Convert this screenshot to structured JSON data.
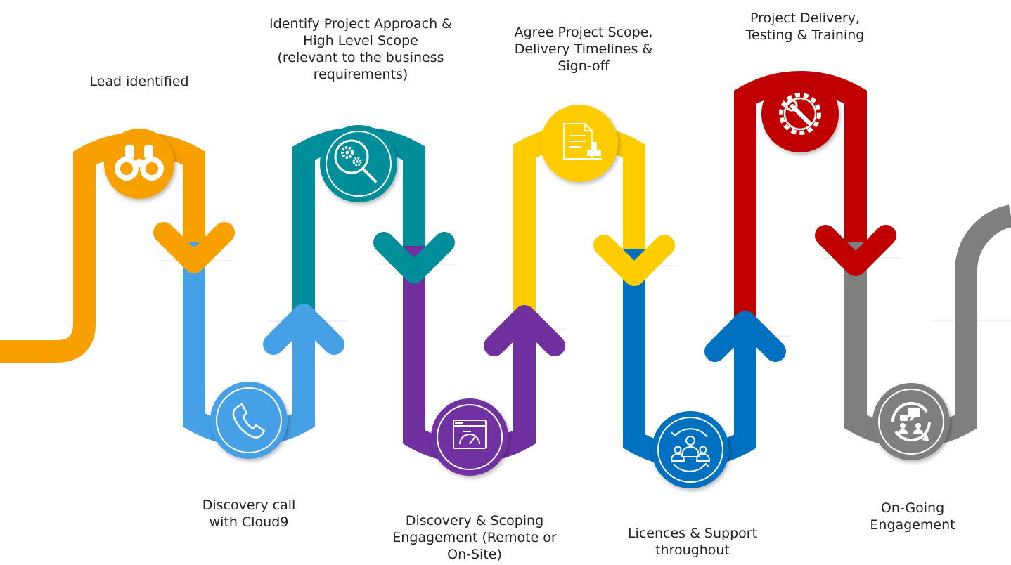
{
  "colors": {
    "orange": "#F7A000",
    "light_blue": "#45A0E6",
    "teal": "#008E9B",
    "purple": "#7030A0",
    "yellow": "#FFCC00",
    "blue": "#0070C0",
    "red": "#C00000",
    "gray": "#7F7F7F"
  },
  "steps": [
    {
      "text": "Lead identified",
      "icon": "binoculars-icon",
      "color": "orange"
    },
    {
      "text": "Discovery call\nwith Cloud9",
      "icon": "phone-icon",
      "color": "light_blue"
    },
    {
      "text": "Identify Project Approach &\nHigh Level Scope\n(relevant to the business\nrequirements)",
      "icon": "magnifier-gears-icon",
      "color": "teal"
    },
    {
      "text": "Discovery & Scoping\nEngagement (Remote or\nOn-Site)",
      "icon": "dashboard-window-icon",
      "color": "purple"
    },
    {
      "text": "Agree Project Scope,\nDelivery Timelines &\nSign-off",
      "icon": "document-stamp-icon",
      "color": "yellow"
    },
    {
      "text": "Licences & Support\nthroughout",
      "icon": "people-cycle-icon",
      "color": "blue"
    },
    {
      "text": "Project Delivery,\nTesting & Training",
      "icon": "gear-wrench-icon",
      "color": "red"
    },
    {
      "text": "On-Going\nEngagement",
      "icon": "conversation-cycle-icon",
      "color": "gray"
    }
  ]
}
